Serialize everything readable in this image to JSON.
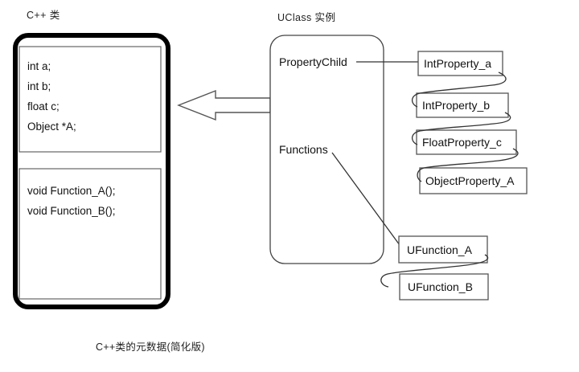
{
  "diagram": {
    "caption": "C++类的元数据(简化版)",
    "left_group": {
      "heading": "C++ 类",
      "fields_box": {
        "lines": [
          "int   a;",
          "int   b;",
          "float c;",
          "Object *A;"
        ]
      },
      "methods_box": {
        "lines": [
          "void Function_A();",
          "void Function_B();"
        ]
      }
    },
    "arrow": {
      "name": "left-pointing-arrow",
      "direction": "left"
    },
    "right_group": {
      "heading": "UClass 实例",
      "slots": [
        {
          "label": "PropertyChild"
        },
        {
          "label": "Functions"
        }
      ],
      "property_boxes": [
        {
          "label": "IntProperty_a"
        },
        {
          "label": "IntProperty_b"
        },
        {
          "label": "FloatProperty_c"
        },
        {
          "label": "ObjectProperty_A"
        }
      ],
      "function_boxes": [
        {
          "label": "UFunction_A"
        },
        {
          "label": "UFunction_B"
        }
      ]
    }
  },
  "colors": {
    "stroke": "#000000",
    "thick_stroke": "#000000",
    "box_stroke": "#555555",
    "link_stroke": "#333333",
    "background": "#ffffff"
  }
}
